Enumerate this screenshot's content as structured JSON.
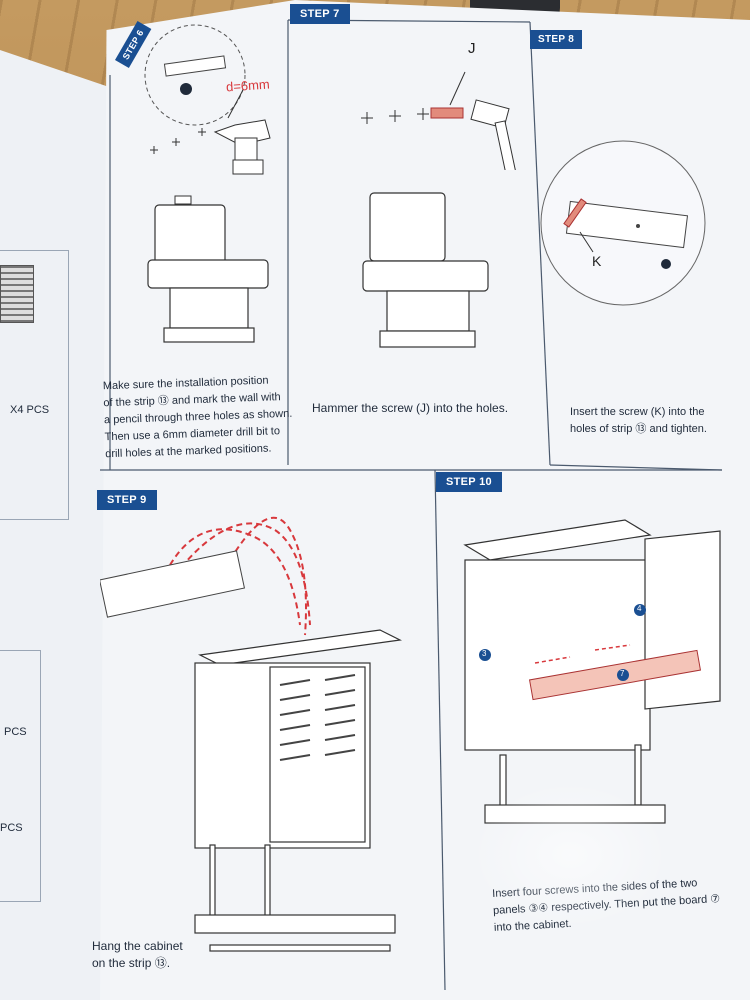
{
  "left_page": {
    "counts": [
      "X4 PCS",
      "PCS",
      "PCS"
    ]
  },
  "steps": {
    "step6": {
      "label": "STEP 6",
      "part_number": "13",
      "dimension": "d=6mm",
      "text": [
        "Make sure the installation position",
        "of the strip ⑬ and mark the wall with",
        "a pencil through three holes as shown.",
        "Then use a 6mm diameter drill bit to",
        "drill holes at the marked positions."
      ]
    },
    "step7": {
      "label": "STEP 7",
      "part_letter": "J",
      "text": "Hammer the screw (J) into the holes."
    },
    "step8": {
      "label": "STEP 8",
      "part_letter": "K",
      "part_number": "13",
      "text": [
        "Insert the screw (K) into the",
        "holes of strip ⑬ and tighten."
      ]
    },
    "step9": {
      "label": "STEP 9",
      "text": [
        "Hang the cabinet",
        "on the strip ⑬."
      ]
    },
    "step10": {
      "label": "STEP 10",
      "callouts": [
        "3",
        "4",
        "7"
      ],
      "text": [
        "Insert four screws into the sides of the two",
        "panels ③④ respectively. Then put the board ⑦",
        "into the cabinet."
      ]
    }
  },
  "colors": {
    "accent_blue": "#1a4f92",
    "dash_red": "#d8383c",
    "wood": "#b8894f"
  }
}
